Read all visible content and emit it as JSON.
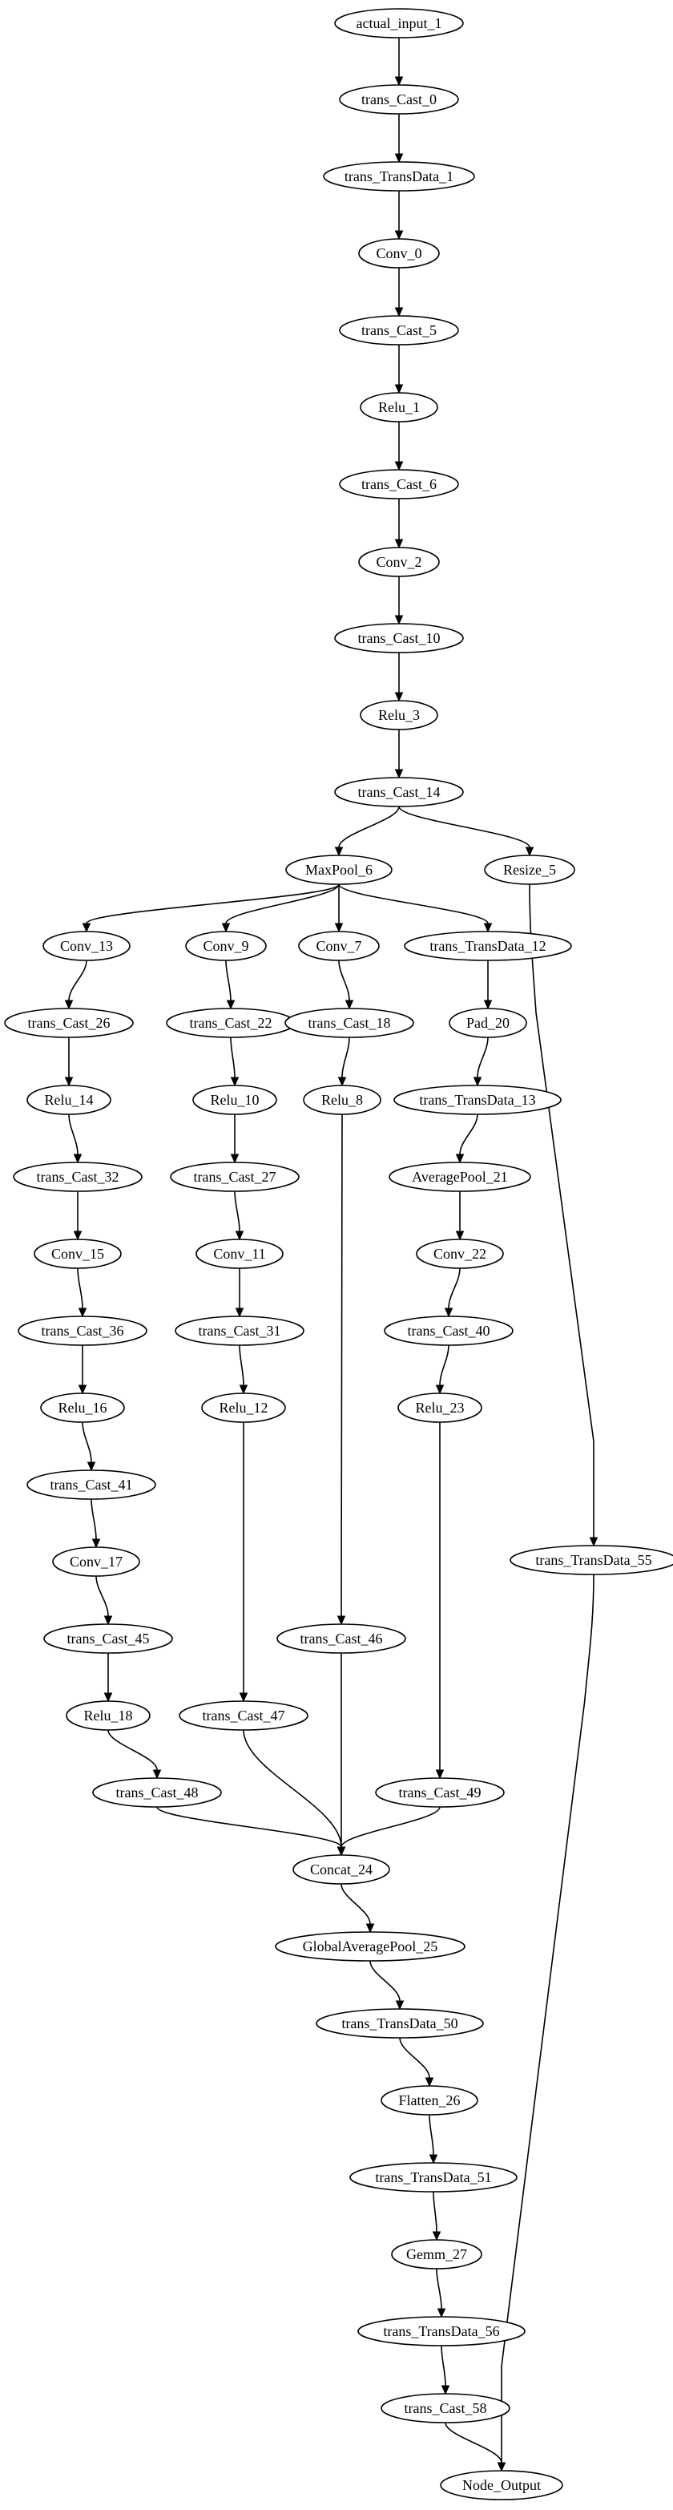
{
  "nodes": [
    {
      "id": "actual_input_1",
      "label": "actual_input_1"
    },
    {
      "id": "trans_Cast_0",
      "label": "trans_Cast_0"
    },
    {
      "id": "trans_TransData_1",
      "label": "trans_TransData_1"
    },
    {
      "id": "Conv_0",
      "label": "Conv_0"
    },
    {
      "id": "trans_Cast_5",
      "label": "trans_Cast_5"
    },
    {
      "id": "Relu_1",
      "label": "Relu_1"
    },
    {
      "id": "trans_Cast_6",
      "label": "trans_Cast_6"
    },
    {
      "id": "Conv_2",
      "label": "Conv_2"
    },
    {
      "id": "trans_Cast_10",
      "label": "trans_Cast_10"
    },
    {
      "id": "Relu_3",
      "label": "Relu_3"
    },
    {
      "id": "trans_Cast_14",
      "label": "trans_Cast_14"
    },
    {
      "id": "MaxPool_6",
      "label": "MaxPool_6"
    },
    {
      "id": "Resize_5",
      "label": "Resize_5"
    },
    {
      "id": "Conv_13",
      "label": "Conv_13"
    },
    {
      "id": "Conv_9",
      "label": "Conv_9"
    },
    {
      "id": "Conv_7",
      "label": "Conv_7"
    },
    {
      "id": "trans_TransData_12",
      "label": "trans_TransData_12"
    },
    {
      "id": "trans_Cast_26",
      "label": "trans_Cast_26"
    },
    {
      "id": "trans_Cast_22",
      "label": "trans_Cast_22"
    },
    {
      "id": "trans_Cast_18",
      "label": "trans_Cast_18"
    },
    {
      "id": "Pad_20",
      "label": "Pad_20"
    },
    {
      "id": "Relu_14",
      "label": "Relu_14"
    },
    {
      "id": "Relu_10",
      "label": "Relu_10"
    },
    {
      "id": "Relu_8",
      "label": "Relu_8"
    },
    {
      "id": "trans_TransData_13",
      "label": "trans_TransData_13"
    },
    {
      "id": "trans_Cast_32",
      "label": "trans_Cast_32"
    },
    {
      "id": "trans_Cast_27",
      "label": "trans_Cast_27"
    },
    {
      "id": "AveragePool_21",
      "label": "AveragePool_21"
    },
    {
      "id": "Conv_15",
      "label": "Conv_15"
    },
    {
      "id": "Conv_11",
      "label": "Conv_11"
    },
    {
      "id": "Conv_22",
      "label": "Conv_22"
    },
    {
      "id": "trans_Cast_36",
      "label": "trans_Cast_36"
    },
    {
      "id": "trans_Cast_31",
      "label": "trans_Cast_31"
    },
    {
      "id": "trans_Cast_40",
      "label": "trans_Cast_40"
    },
    {
      "id": "Relu_16",
      "label": "Relu_16"
    },
    {
      "id": "Relu_12",
      "label": "Relu_12"
    },
    {
      "id": "Relu_23",
      "label": "Relu_23"
    },
    {
      "id": "trans_Cast_41",
      "label": "trans_Cast_41"
    },
    {
      "id": "trans_TransData_55",
      "label": "trans_TransData_55"
    },
    {
      "id": "Conv_17",
      "label": "Conv_17"
    },
    {
      "id": "trans_Cast_45",
      "label": "trans_Cast_45"
    },
    {
      "id": "trans_Cast_46",
      "label": "trans_Cast_46"
    },
    {
      "id": "Relu_18",
      "label": "Relu_18"
    },
    {
      "id": "trans_Cast_47",
      "label": "trans_Cast_47"
    },
    {
      "id": "trans_Cast_48",
      "label": "trans_Cast_48"
    },
    {
      "id": "trans_Cast_49",
      "label": "trans_Cast_49"
    },
    {
      "id": "Concat_24",
      "label": "Concat_24"
    },
    {
      "id": "GlobalAveragePool_25",
      "label": "GlobalAveragePool_25"
    },
    {
      "id": "trans_TransData_50",
      "label": "trans_TransData_50"
    },
    {
      "id": "Flatten_26",
      "label": "Flatten_26"
    },
    {
      "id": "trans_TransData_51",
      "label": "trans_TransData_51"
    },
    {
      "id": "Gemm_27",
      "label": "Gemm_27"
    },
    {
      "id": "trans_TransData_56",
      "label": "trans_TransData_56"
    },
    {
      "id": "trans_Cast_58",
      "label": "trans_Cast_58"
    },
    {
      "id": "Node_Output",
      "label": "Node_Output"
    }
  ],
  "edges": [
    [
      "actual_input_1",
      "trans_Cast_0"
    ],
    [
      "trans_Cast_0",
      "trans_TransData_1"
    ],
    [
      "trans_TransData_1",
      "Conv_0"
    ],
    [
      "Conv_0",
      "trans_Cast_5"
    ],
    [
      "trans_Cast_5",
      "Relu_1"
    ],
    [
      "Relu_1",
      "trans_Cast_6"
    ],
    [
      "trans_Cast_6",
      "Conv_2"
    ],
    [
      "Conv_2",
      "trans_Cast_10"
    ],
    [
      "trans_Cast_10",
      "Relu_3"
    ],
    [
      "Relu_3",
      "trans_Cast_14"
    ],
    [
      "trans_Cast_14",
      "MaxPool_6"
    ],
    [
      "trans_Cast_14",
      "Resize_5"
    ],
    [
      "MaxPool_6",
      "Conv_13"
    ],
    [
      "MaxPool_6",
      "Conv_9"
    ],
    [
      "MaxPool_6",
      "Conv_7"
    ],
    [
      "MaxPool_6",
      "trans_TransData_12"
    ],
    [
      "Conv_13",
      "trans_Cast_26"
    ],
    [
      "trans_Cast_26",
      "Relu_14"
    ],
    [
      "Relu_14",
      "trans_Cast_32"
    ],
    [
      "trans_Cast_32",
      "Conv_15"
    ],
    [
      "Conv_15",
      "trans_Cast_36"
    ],
    [
      "trans_Cast_36",
      "Relu_16"
    ],
    [
      "Relu_16",
      "trans_Cast_41"
    ],
    [
      "trans_Cast_41",
      "Conv_17"
    ],
    [
      "Conv_17",
      "trans_Cast_45"
    ],
    [
      "trans_Cast_45",
      "Relu_18"
    ],
    [
      "Relu_18",
      "trans_Cast_48"
    ],
    [
      "trans_Cast_48",
      "Concat_24"
    ],
    [
      "Conv_9",
      "trans_Cast_22"
    ],
    [
      "trans_Cast_22",
      "Relu_10"
    ],
    [
      "Relu_10",
      "trans_Cast_27"
    ],
    [
      "trans_Cast_27",
      "Conv_11"
    ],
    [
      "Conv_11",
      "trans_Cast_31"
    ],
    [
      "trans_Cast_31",
      "Relu_12"
    ],
    [
      "Relu_12",
      "trans_Cast_47"
    ],
    [
      "trans_Cast_47",
      "Concat_24"
    ],
    [
      "Conv_7",
      "trans_Cast_18"
    ],
    [
      "trans_Cast_18",
      "Relu_8"
    ],
    [
      "Relu_8",
      "trans_Cast_46"
    ],
    [
      "trans_Cast_46",
      "Concat_24"
    ],
    [
      "trans_TransData_12",
      "Pad_20"
    ],
    [
      "Pad_20",
      "trans_TransData_13"
    ],
    [
      "trans_TransData_13",
      "AveragePool_21"
    ],
    [
      "AveragePool_21",
      "Conv_22"
    ],
    [
      "Conv_22",
      "trans_Cast_40"
    ],
    [
      "trans_Cast_40",
      "Relu_23"
    ],
    [
      "Relu_23",
      "trans_Cast_49"
    ],
    [
      "trans_Cast_49",
      "Concat_24"
    ],
    [
      "Concat_24",
      "GlobalAveragePool_25"
    ],
    [
      "GlobalAveragePool_25",
      "trans_TransData_50"
    ],
    [
      "trans_TransData_50",
      "Flatten_26"
    ],
    [
      "Flatten_26",
      "trans_TransData_51"
    ],
    [
      "trans_TransData_51",
      "Gemm_27"
    ],
    [
      "Gemm_27",
      "trans_TransData_56"
    ],
    [
      "trans_TransData_56",
      "trans_Cast_58"
    ],
    [
      "trans_Cast_58",
      "Node_Output"
    ],
    [
      "Resize_5",
      "trans_TransData_55"
    ],
    [
      "trans_TransData_55",
      "Node_Output"
    ]
  ]
}
